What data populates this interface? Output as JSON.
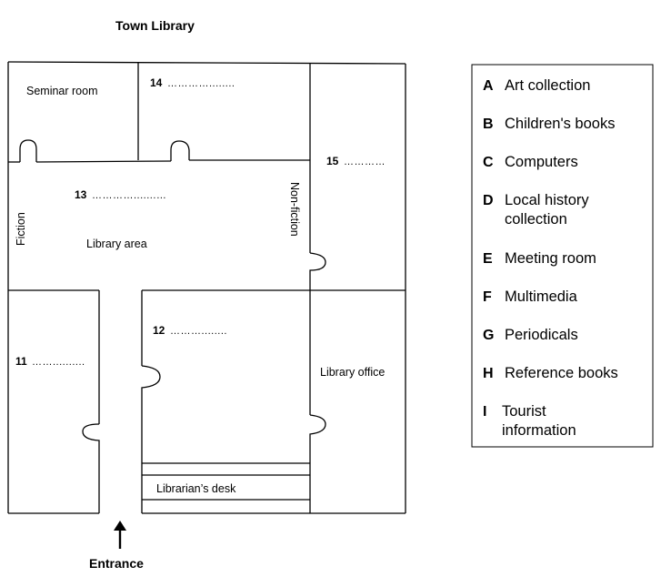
{
  "title": "Town Library",
  "rooms": {
    "seminar": "Seminar room",
    "library_area": "Library area",
    "fiction": "Fiction",
    "non_fiction": "Non-fiction",
    "library_office": "Library office",
    "librarians_desk": "Librarian’s desk"
  },
  "blanks": [
    {
      "number": "14",
      "dots": "…………........"
    },
    {
      "number": "15",
      "dots": "…………"
    },
    {
      "number": "13",
      "dots": "………….......…"
    },
    {
      "number": "12",
      "dots": "………........"
    },
    {
      "number": "11",
      "dots": "…….........."
    }
  ],
  "entrance": "Entrance",
  "key": [
    {
      "letter": "A",
      "lines": [
        "Art collection"
      ]
    },
    {
      "letter": "B",
      "lines": [
        "Children's books"
      ]
    },
    {
      "letter": "C",
      "lines": [
        "Computers"
      ]
    },
    {
      "letter": "D",
      "lines": [
        "Local history",
        "collection"
      ]
    },
    {
      "letter": "E",
      "lines": [
        "Meeting room"
      ]
    },
    {
      "letter": "F",
      "lines": [
        "Multimedia"
      ]
    },
    {
      "letter": "G",
      "lines": [
        "Periodicals"
      ]
    },
    {
      "letter": "H",
      "lines": [
        "Reference books"
      ]
    },
    {
      "letter": "I",
      "lines": [
        "Tourist",
        "information"
      ]
    }
  ]
}
